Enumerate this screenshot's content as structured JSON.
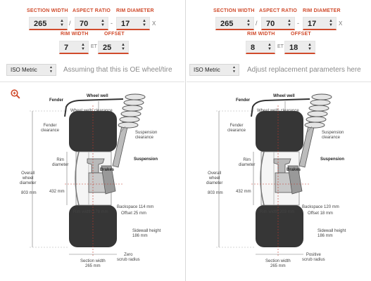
{
  "left": {
    "headers": {
      "section_width": "SECTION WIDTH",
      "aspect_ratio": "ASPECT RATIO",
      "rim_diameter": "RIM DIAMETER",
      "rim_width": "RIM WIDTH",
      "offset": "OFFSET"
    },
    "section_width": "265",
    "aspect_ratio": "70",
    "rim_diameter": "17",
    "rim_width": "7",
    "offset": "25",
    "sep_slash": "/",
    "sep_dash": "-",
    "sep_x": "X",
    "sep_et": "ET",
    "system": "ISO Metric",
    "note": "Assuming that this is OE wheel/tire",
    "diagram": {
      "fender": "Fender",
      "wheel_well": "Wheel well",
      "wheel_wells_clearance": "Wheel wells clearance",
      "fender_clearance": "Fender\nclearance",
      "suspension_clearance": "Suspension\nclearance",
      "brakes": "Brakes",
      "suspension": "Suspension",
      "overall_diameter": "Overall\nwheel\ndiameter",
      "overall_diameter_value": "803 mm",
      "rim_diameter": "Rim\ndiameter",
      "rim_diameter_value": "432 mm",
      "backspace": "Backspace 114 mm",
      "offset": "Offset 25 mm",
      "rim_width": "Rim width 178 mm",
      "sidewall": "Sidewall height\n186 mm",
      "section_width": "Section width\n265 mm",
      "scrub": "Zero\nscrub radius"
    }
  },
  "right": {
    "headers": {
      "section_width": "SECTION WIDTH",
      "aspect_ratio": "ASPECT RATIO",
      "rim_diameter": "RIM DIAMETER",
      "rim_width": "RIM WIDTH",
      "offset": "OFFSET"
    },
    "section_width": "265",
    "aspect_ratio": "70",
    "rim_diameter": "17",
    "rim_width": "8",
    "offset": "18",
    "sep_slash": "/",
    "sep_dash": "-",
    "sep_x": "X",
    "sep_et": "ET",
    "system": "ISO Metric",
    "note": "Adjust replacement parameters here",
    "diagram": {
      "fender": "Fender",
      "wheel_well": "Wheel well",
      "wheel_wells_clearance": "Wheel wells clearance",
      "fender_clearance": "Fender\nclearance",
      "suspension_clearance": "Suspension\nclearance",
      "brakes": "Brakes",
      "suspension": "Suspension",
      "overall_diameter": "Overall\nwheel\ndiameter",
      "overall_diameter_value": "803 mm",
      "rim_diameter": "Rim\ndiameter",
      "rim_diameter_value": "432 mm",
      "backspace": "Backspace 120 mm",
      "offset": "Offset 18 mm",
      "rim_width": "Rim width 203 mm",
      "sidewall": "Sidewall height\n186 mm",
      "section_width": "Section width\n265 mm",
      "scrub": "Positive\nscrub radius"
    }
  },
  "icons": {
    "zoom": "zoom-in-icon",
    "dropdown": "dropdown-arrows-icon"
  },
  "colors": {
    "accent": "#d04b2c",
    "tire": "#353535",
    "field": "#ececec"
  }
}
